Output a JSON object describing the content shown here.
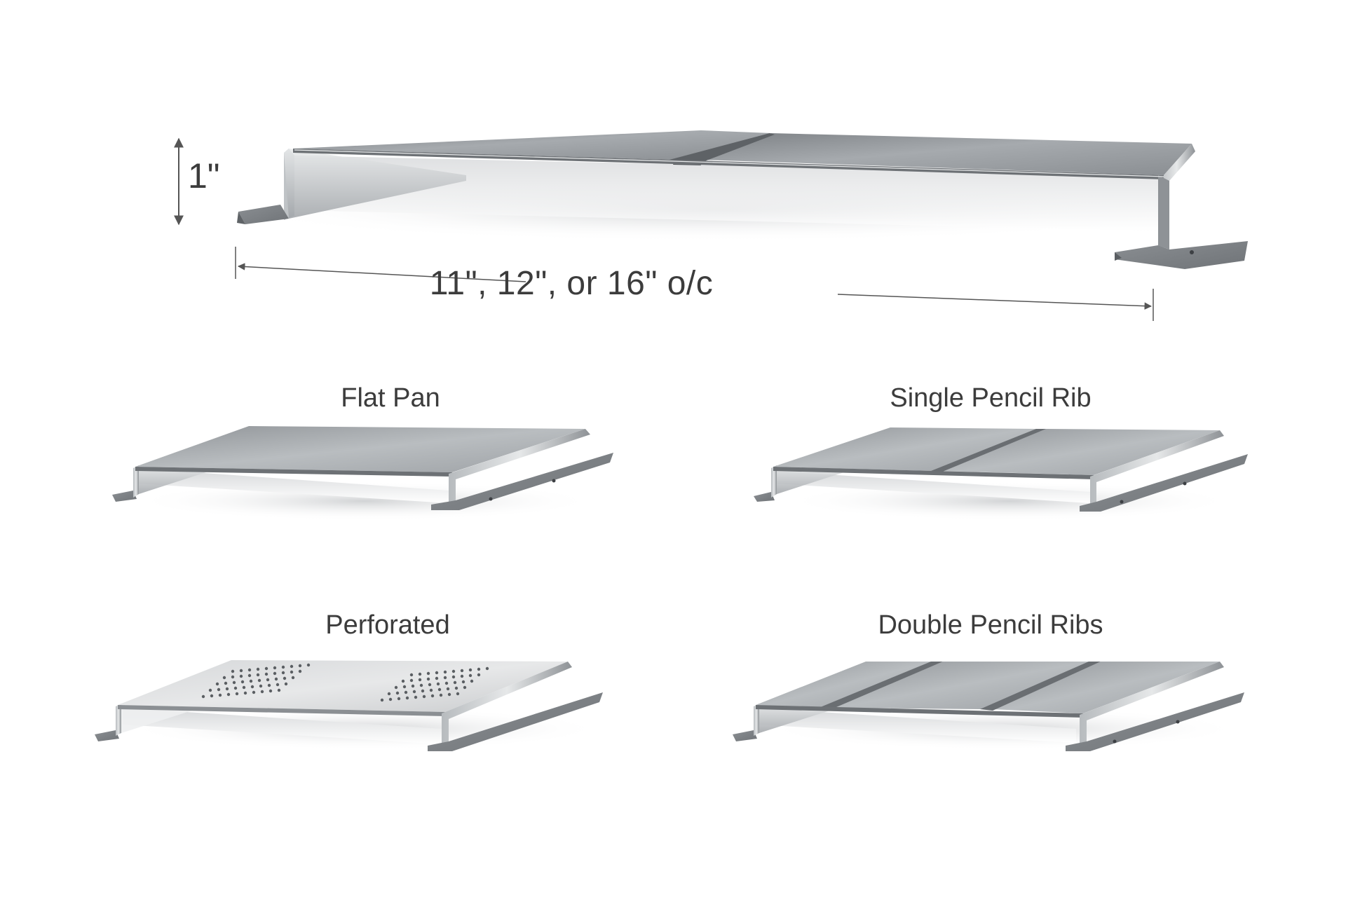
{
  "dimensions": {
    "height": "1\"",
    "spacing": "11\", 12\", or 16\" o/c"
  },
  "profiles": [
    {
      "label": "Flat Pan"
    },
    {
      "label": "Single Pencil Rib"
    },
    {
      "label": "Perforated"
    },
    {
      "label": "Double Pencil Ribs"
    }
  ]
}
